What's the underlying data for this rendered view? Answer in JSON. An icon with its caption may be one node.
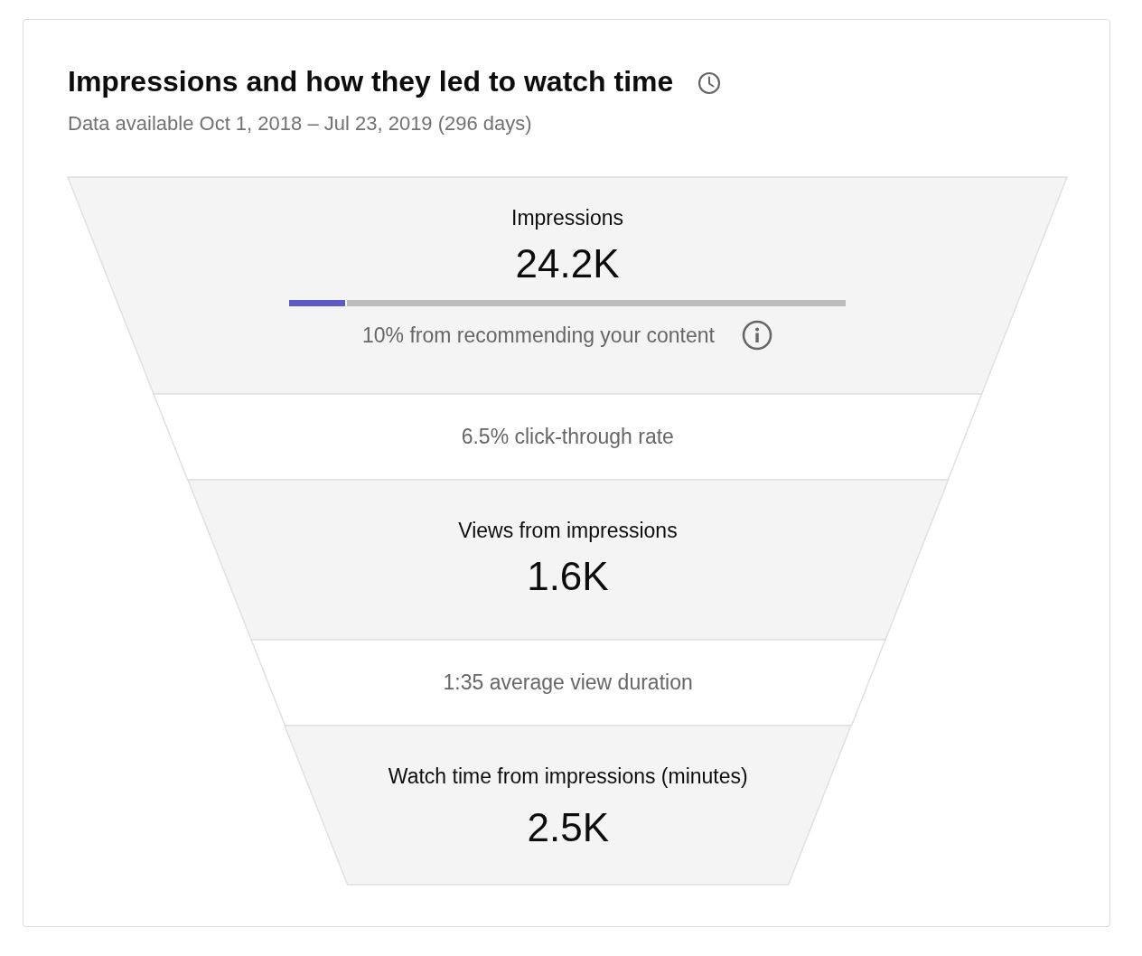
{
  "diagram": {
    "title": "Impressions and how they led to watch time",
    "nodes": [
      {
        "text": [
          "Impressions",
          "24.2K",
          "10% from recommending your content"
        ]
      },
      {
        "text": [
          "6.5% click-through rate"
        ]
      },
      {
        "text": [
          "Views from impressions",
          "1.6K"
        ]
      },
      {
        "text": [
          "1:35 average view duration"
        ]
      },
      {
        "text": [
          "Watch time from impressions (minutes)",
          "2.5K"
        ]
      }
    ],
    "labels": [
      "Data available Oct 1, 2018 – Jul 23, 2019 (296 days)"
    ]
  }
}
